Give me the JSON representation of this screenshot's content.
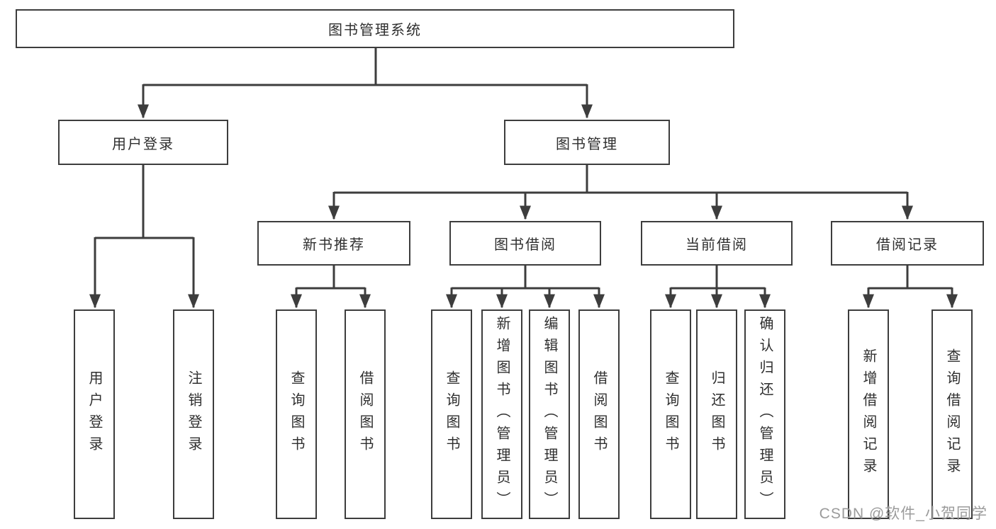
{
  "colors": {
    "line": "#3d3d3d",
    "box_border": "#3d3d3d",
    "text": "#2f2f2f",
    "watermark": "#9b9b9b",
    "background": "#ffffff"
  },
  "watermark": {
    "text": "CSDN @软件_小贺同学"
  },
  "tree": {
    "label": "图书管理系统",
    "children": [
      {
        "label": "用户登录",
        "children": [
          {
            "label": "用户登录"
          },
          {
            "label": "注销登录"
          }
        ]
      },
      {
        "label": "图书管理",
        "children": [
          {
            "label": "新书推荐",
            "children": [
              {
                "label": "查询图书"
              },
              {
                "label": "借阅图书"
              }
            ]
          },
          {
            "label": "图书借阅",
            "children": [
              {
                "label": "查询图书"
              },
              {
                "label": "新增图书（管理员）"
              },
              {
                "label": "编辑图书（管理员）"
              },
              {
                "label": "借阅图书"
              }
            ]
          },
          {
            "label": "当前借阅",
            "children": [
              {
                "label": "查询图书"
              },
              {
                "label": "归还图书"
              },
              {
                "label": "确认归还（管理员）"
              }
            ]
          },
          {
            "label": "借阅记录",
            "children": [
              {
                "label": "新增借阅记录"
              },
              {
                "label": "查询借阅记录"
              }
            ]
          }
        ]
      }
    ]
  }
}
